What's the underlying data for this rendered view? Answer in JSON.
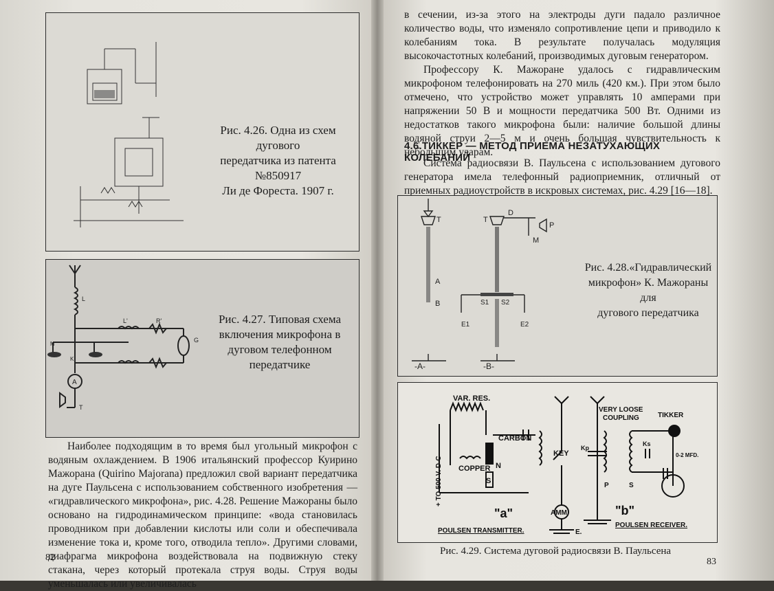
{
  "left_page": {
    "fig_426": {
      "caption": "Рис. 4.26. Одна из схем дугового\nпередатчика из патента №850917\nЛи де Фореста. 1907 г."
    },
    "fig_427": {
      "caption": "Рис. 4.27. Типовая схема\nвключения микрофона в\nдуговом телефонном\nпередатчике",
      "labels": {
        "l": "L",
        "l1": "L'",
        "r1": "R'",
        "g": "G",
        "m": "M",
        "k": "K",
        "a": "A",
        "t": "T"
      }
    },
    "body_text": "Наиболее подходящим в то время был угольный микрофон с водяным охлаждением. В 1906 итальянский профессор Куирино Мажорана (Quirino Majorana) предложил свой вариант передатчика на дуге Паульсена с использованием собственного изобретения — «гидравлического микрофона», рис. 4.28. Решение Мажораны было основано на гидродинамическом принципе: «вода становилась проводником при добавлении кислоты или соли и обеспечивала изменение тока и, кроме того, отводила тепло». Другими словами, диафрагма микрофона воздействовала на подвижную стеку стакана, через который протекала струя воды. Струя воды уменьшалась или увеличивалась",
    "page_number": "82"
  },
  "right_page": {
    "top_text": [
      "в сечении, из-за этого на электроды дуги падало различное количество воды, что изменяло сопротивление цепи и приводило к колебаниям тока. В результате получалась модуляция высокочастотных колебаний, производимых дуговым генератором.",
      "Профессору К. Мажоране удалось с гидравлическим микрофоном телефонировать на 270 миль (420 км.). При этом было отмечено, что устройство может управлять 10 амперами при напряжении 50 В и мощности передатчика 500 Вт. Одними из недостатков такого микрофона были: наличие большой длины водяной струи 2—5 м и очень большая чувствительность к небольшим ударам."
    ],
    "section_heading": "4.6.ТИККЕР — МЕТОД ПРИЕМА НЕЗАТУХАЮЩИХ КОЛЕБАНИЙ",
    "section_text": "Система радиосвязи В. Паульсена с использованием дугового генератора имела телефонный радиоприемник, отличный от приемных радиоустройств в искровых системах, рис. 4.29 [16—18].",
    "fig_428": {
      "caption": "Рис. 4.28.«Гидравлический\nмикрофон» К. Мажораны для\nдугового передатчика",
      "labels": {
        "t1": "T",
        "t2": "T",
        "d": "D",
        "p": "P",
        "m": "M",
        "a": "A",
        "b": "B",
        "s1": "S1",
        "s2": "S2",
        "e1": "E1",
        "e2": "E2",
        "ua": "-A-",
        "ub": "-B-"
      }
    },
    "fig_429": {
      "labels": {
        "var_res": "VAR. RES.",
        "carbon": "CARBON",
        "copper": "COPPER",
        "key": "KEY",
        "voltage": "+ TO 500 V. D-C",
        "n": "N",
        "s": "S",
        "amm": "AMM.",
        "a_letter": "\"a\"",
        "b_letter": "\"b\"",
        "transmitter": "POULSEN TRANSMITTER.",
        "e": "E.",
        "receiver": "POULSEN RECEIVER.",
        "very_loose": "VERY LOOSE",
        "coupling": "COUPLING",
        "tikker": "TIKKER",
        "kp": "Kp",
        "ks": "Ks",
        "p": "P",
        "s2": "S",
        "mfd": "0-2 MFD."
      },
      "caption": "Рис. 4.29. Система дуговой радиосвязи В. Паульсена"
    },
    "page_number": "83"
  }
}
